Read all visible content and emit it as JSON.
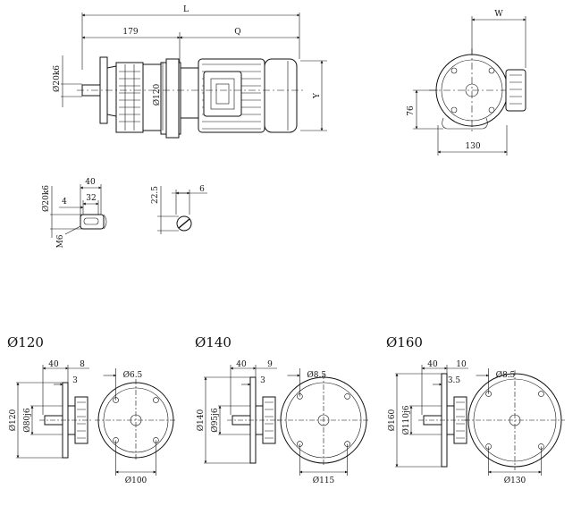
{
  "top": {
    "dim_L": "L",
    "dim_179": "179",
    "dim_Q": "Q",
    "dim_shaft_dia": "Ø20k6",
    "dim_flange_dia": "Ø120",
    "dim_Y": "Y",
    "dim_W": "W",
    "dim_76": "76",
    "dim_130": "130"
  },
  "shaft": {
    "dim_40": "40",
    "dim_32": "32",
    "dim_4": "4",
    "dim_dia": "Ø20k6",
    "dim_M6": "M6",
    "dim_22_5": "22.5",
    "dim_6": "6"
  },
  "variants": [
    {
      "header": "Ø120",
      "d40": "40",
      "d8": "8",
      "d3": "3",
      "dOuter": "Ø120",
      "dSpig": "Ø80j6",
      "dHole": "Ø6.5",
      "dPcd": "Ø100"
    },
    {
      "header": "Ø140",
      "d40": "40",
      "d8": "9",
      "d3": "3",
      "dOuter": "Ø140",
      "dSpig": "Ø95j6",
      "dHole": "Ø8.5",
      "dPcd": "Ø115"
    },
    {
      "header": "Ø160",
      "d40": "40",
      "d8": "10",
      "d3": "3.5",
      "dOuter": "Ø160",
      "dSpig": "Ø110j6",
      "dHole": "Ø8.5",
      "dPcd": "Ø130"
    }
  ]
}
